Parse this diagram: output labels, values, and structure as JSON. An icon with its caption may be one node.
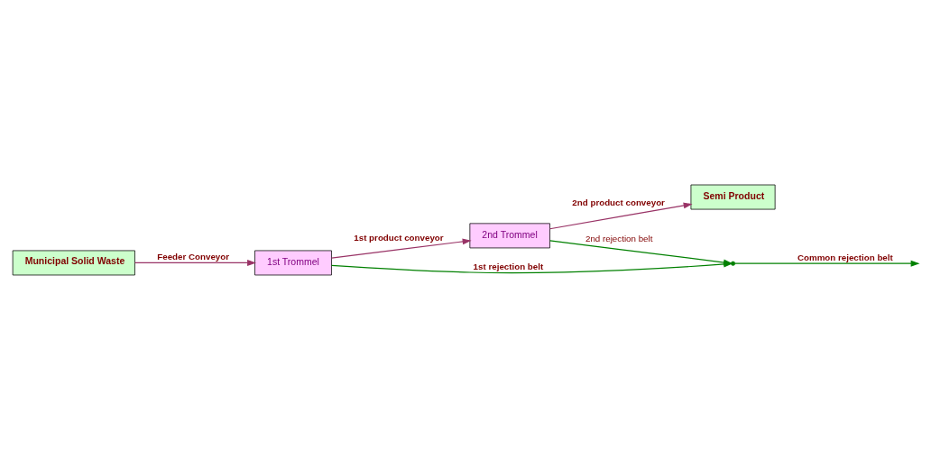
{
  "diagram": {
    "nodes": [
      {
        "text": [
          "Municipal Solid Waste"
        ]
      },
      {
        "text": [
          "1st Trommel"
        ]
      },
      {
        "text": [
          "2nd Trommel"
        ]
      },
      {
        "text": [
          "Semi Product"
        ]
      },
      {
        "text": [],
        "shape": "point"
      }
    ],
    "edges": [
      {
        "from": 0,
        "to": 1,
        "arrow": "to",
        "label": "Feeder Conveyor",
        "color": "#993366"
      },
      {
        "from": 1,
        "to": 2,
        "arrow": "to",
        "label": "1st product conveyor",
        "color": "#993366"
      },
      {
        "from": 2,
        "to": 3,
        "arrow": "to",
        "label": "2nd product conveyor",
        "color": "#993366"
      },
      {
        "from": 1,
        "to": 4,
        "arrow": "to",
        "label": "1st rejection belt",
        "color": "#008000"
      },
      {
        "from": 2,
        "to": 4,
        "arrow": "to",
        "label": "2nd rejection belt",
        "color": "#008000"
      },
      {
        "from": 4,
        "to": null,
        "arrow": "to",
        "label": "Common rejection belt",
        "color": "#008000"
      }
    ]
  }
}
